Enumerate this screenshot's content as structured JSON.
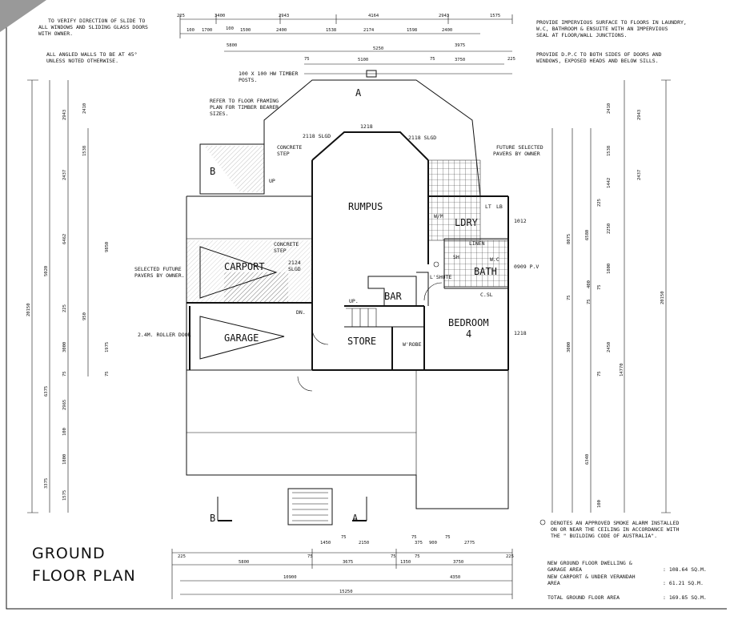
{
  "title": {
    "line1": "GROUND",
    "line2": "FLOOR PLAN"
  },
  "notes": {
    "verify_l1": "TO VERIFY DIRECTION OF SLIDE TO",
    "verify_l2": "ALL WINDOWS AND SLIDING GLASS DOORS",
    "verify_l3": "WITH OWNER.",
    "angled_l1": "ALL ANGLED WALLS TO BE AT 45°",
    "angled_l2": "UNLESS NOTED OTHERWISE.",
    "impervious_l1": "PROVIDE IMPERVIOUS SURFACE TO FLOORS IN LAUNDRY,",
    "impervious_l2": "W.C, BATHROOM & ENSUITE WITH AN IMPERVIOUS",
    "impervious_l3": "SEAL AT FLOOR/WALL JUNCTIONS.",
    "dpc_l1": "PROVIDE D.P.C TO BOTH SIDES OF DOORS AND",
    "dpc_l2": "WINDOWS, EXPOSED HEADS AND BELOW SILLS.",
    "posts_l1": "100 X 100 HW TIMBER",
    "posts_l2": "POSTS.",
    "framing_l1": "REFER TO FLOOR FRAMING",
    "framing_l2": "PLAN FOR TIMBER BEARER",
    "framing_l3": "SIZES.",
    "concrete_step_1_l1": "CONCRETE",
    "concrete_step_1_l2": "STEP",
    "concrete_step_2_l1": "CONCRETE",
    "concrete_step_2_l2": "STEP",
    "pavers_owner_l1": "FUTURE SELECTED",
    "pavers_owner_l2": "PAVERS BY OWNER",
    "selected_pavers_l1": "SELECTED FUTURE",
    "selected_pavers_l2": "PAVERS BY OWNER.",
    "roller_door": "2.4M. ROLLER DOOR",
    "smoke_l1": "DENOTES AN APPROVED SMOKE ALARM INSTALLED",
    "smoke_l2": "ON OR NEAR THE CEILING IN ACCORDANCE WITH",
    "smoke_l3": "THE \" BUILDING CODE OF AUSTRALIA\"."
  },
  "rooms": {
    "rumpus": "RUMPUS",
    "carport": "CARPORT",
    "garage": "GARAGE",
    "bar": "BAR",
    "store": "STORE",
    "bedroom": "BEDROOM",
    "bedroom_no": "4",
    "bath": "BATH",
    "laundry": "LDRY",
    "linen": "LINEN",
    "wrobe": "W'ROBE",
    "lshute": "L'SHUTE",
    "csl": "C.SL",
    "lt": "LT",
    "lb": "LB",
    "sh": "SH",
    "wm": "W/M",
    "wc": "W.C",
    "up1": "UP",
    "up2": "UP.",
    "dn": "DN.",
    "slgd1": "2118 SLGD",
    "slgd2": "2118 SLGD",
    "slgd3_l1": "2124",
    "slgd3_l2": "SLGD",
    "pv": "0909 P.V",
    "w1012": "1012",
    "w1218a": "1218",
    "w1218b": "1218"
  },
  "section_marks": {
    "a_top": "A",
    "a_bottom": "A",
    "b_left": "B",
    "b_bottom": "B"
  },
  "top_dims": {
    "r1": [
      "225",
      "3400",
      "2943",
      "4164",
      "2943",
      "1575"
    ],
    "r2": [
      "100",
      "1700",
      "100",
      "1500",
      "2400",
      "1538",
      "2174",
      "1598",
      "2400"
    ],
    "r3": [
      "5800",
      "3975"
    ],
    "r4": [
      "5250"
    ],
    "r5": [
      "75",
      "5100",
      "75",
      "3750",
      "225"
    ]
  },
  "bottom_dims": {
    "r1": [
      "1450",
      "2150",
      "75",
      "75",
      "375",
      "900",
      "75",
      "2775"
    ],
    "r2": [
      "225",
      "5800",
      "75",
      "3675",
      "75",
      "1350",
      "75",
      "3750",
      "225"
    ],
    "r3": [
      "10900",
      "4350"
    ],
    "r4": [
      "15250"
    ]
  },
  "left_dims": {
    "outer": "20150",
    "mid": [
      "5020",
      "6375",
      "3375"
    ],
    "mid2": [
      "2943",
      "2437",
      "6462",
      "225",
      "3000",
      "75",
      "2965",
      "100",
      "1800",
      "1575"
    ],
    "inner": [
      "2410",
      "1538",
      "9850",
      "950",
      "1975",
      "75"
    ]
  },
  "right_dims": {
    "outer": "20150",
    "mid": [
      "8075",
      "14770"
    ],
    "mid2": [
      "2943",
      "2437",
      "6580",
      "75",
      "3000",
      "6340"
    ],
    "inner": [
      "2410",
      "1538",
      "1442",
      "225",
      "2250",
      "1800",
      "75",
      "400",
      "75",
      "2450",
      "75",
      "100"
    ]
  },
  "areas": {
    "row1_label_l1": "NEW GROUND FLOOR DWELLING &",
    "row1_label_l2": "GARAGE AREA",
    "row1_value": ": 108.64 SQ.M.",
    "row2_label_l1": "NEW CARPORT & UNDER VERANDAH",
    "row2_label_l2": "AREA",
    "row2_value": ": 61.21 SQ.M.",
    "row3_label": "TOTAL GROUND FLOOR AREA",
    "row3_value": ": 169.85 SQ.M."
  }
}
